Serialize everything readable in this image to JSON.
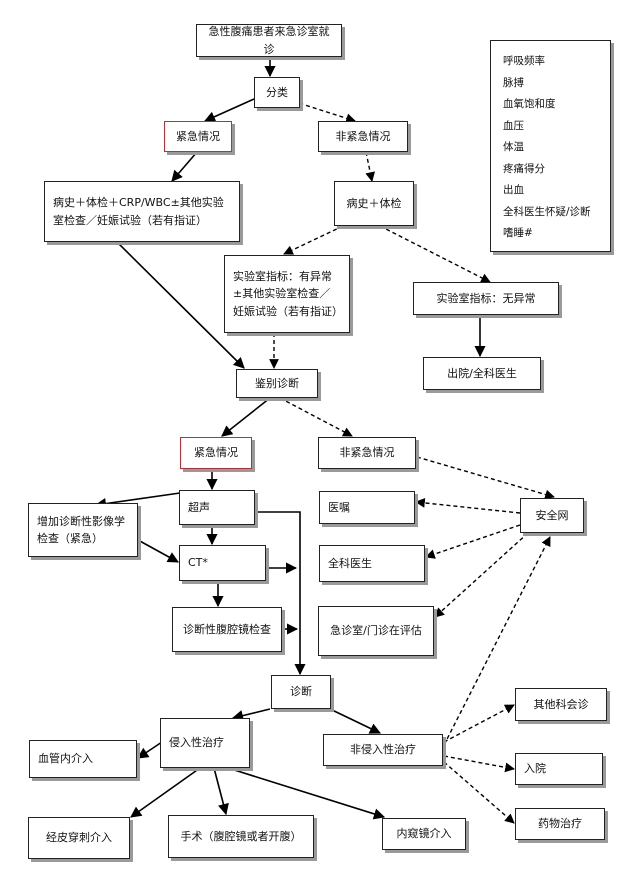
{
  "nodes": {
    "start": "急性腹痛患者来急诊室就诊",
    "triage": "分类",
    "urgent1": "紧急情况",
    "nonurgent1": "非紧急情况",
    "workup_urgent": "病史＋体检＋CRP/WBC±其他实验室检查／妊娠试验（若有指证）",
    "workup_nonurgent": "病史＋体检",
    "lab_abnormal": "实验室指标：有异常±其他实验室检查／妊娠试验（若有指证）",
    "lab_normal": "实验室指标：无异常",
    "discharge": "出院/全科医生",
    "differential": "鉴别诊断",
    "urgent2": "紧急情况",
    "nonurgent2": "非紧急情况",
    "add_imaging": "增加诊断性影像学检查（紧急）",
    "ultrasound": "超声",
    "ct": "CT*",
    "laparoscopy_dx": "诊断性腹腔镜检查",
    "advice": "医嘱",
    "gp": "全科医生",
    "er_reassess": "急诊室/门诊在评估",
    "safety_net": "安全网",
    "diagnosis": "诊断",
    "invasive": "侵入性治疗",
    "noninvasive": "非侵入性治疗",
    "intravascular": "血管内介入",
    "percutaneous": "经皮穿刺介入",
    "surgery": "手术（腹腔镜或者开腹）",
    "endoscopic": "内窥镜介入",
    "consult": "其他科会诊",
    "admit": "入院",
    "drug": "药物治疗"
  },
  "legend": {
    "items": [
      "呼吸频率",
      "脉搏",
      "血氧饱和度",
      "血压",
      "体温",
      "疼痛得分",
      "出血",
      "全科医生怀疑/诊断",
      "嗜睡#"
    ]
  }
}
